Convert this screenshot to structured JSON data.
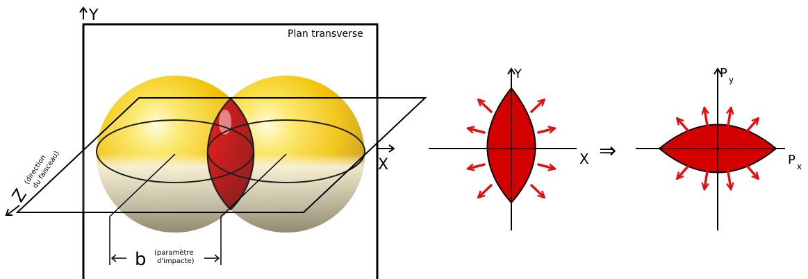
{
  "left_panel": {
    "y_axis_label": "Y",
    "x_axis_label": "X",
    "z_axis_label": "Z",
    "z_axis_note_line1": "(direction",
    "z_axis_note_line2": "du faisceau)",
    "plane_label": "Plan transverse",
    "impact_symbol": "b",
    "impact_note_line1": "(paramètre",
    "impact_note_line2": "d'impacte)"
  },
  "middle_panel": {
    "y_axis_label": "Y",
    "x_axis_label": "X"
  },
  "implies_symbol": "⇒",
  "right_panel": {
    "py_main": "P",
    "py_sub": "y",
    "px_main": "P",
    "px_sub": "x"
  },
  "colors": {
    "nucleus_yellow": "#f2c400",
    "nucleus_shadow": "#d7d3c3",
    "overlap_red": "#d40000",
    "arrow_red": "#e01010"
  }
}
